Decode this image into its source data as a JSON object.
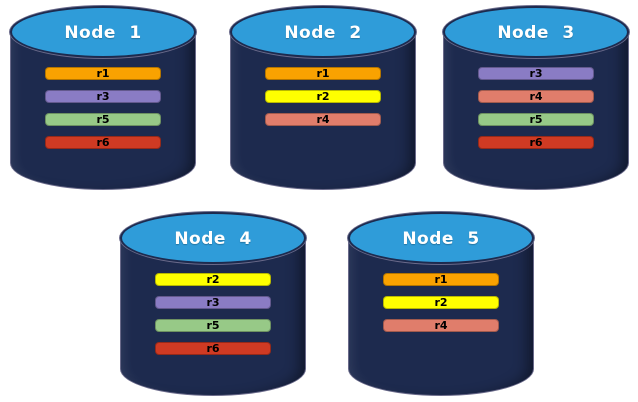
{
  "colors": {
    "background": "#ffffff",
    "cylinder_body": "#1d2a4e",
    "cylinder_top": "#2f9cd9",
    "cylinder_outline": "#6a6a8a",
    "title_text": "#ffffff",
    "bar_text": "#000000"
  },
  "replica_colors": {
    "r1": "#f9a201",
    "r2": "#feff00",
    "r3": "#8a7cc4",
    "r4": "#e07d6b",
    "r5": "#97c987",
    "r6": "#cf3a23"
  },
  "nodes": [
    {
      "title": "Node 1",
      "replicas": [
        "r1",
        "r3",
        "r5",
        "r6"
      ]
    },
    {
      "title": "Node 2",
      "replicas": [
        "r1",
        "r2",
        "r4"
      ]
    },
    {
      "title": "Node 3",
      "replicas": [
        "r3",
        "r4",
        "r5",
        "r6"
      ]
    },
    {
      "title": "Node 4",
      "replicas": [
        "r2",
        "r3",
        "r5",
        "r6"
      ]
    },
    {
      "title": "Node 5",
      "replicas": [
        "r1",
        "r2",
        "r4"
      ]
    }
  ]
}
